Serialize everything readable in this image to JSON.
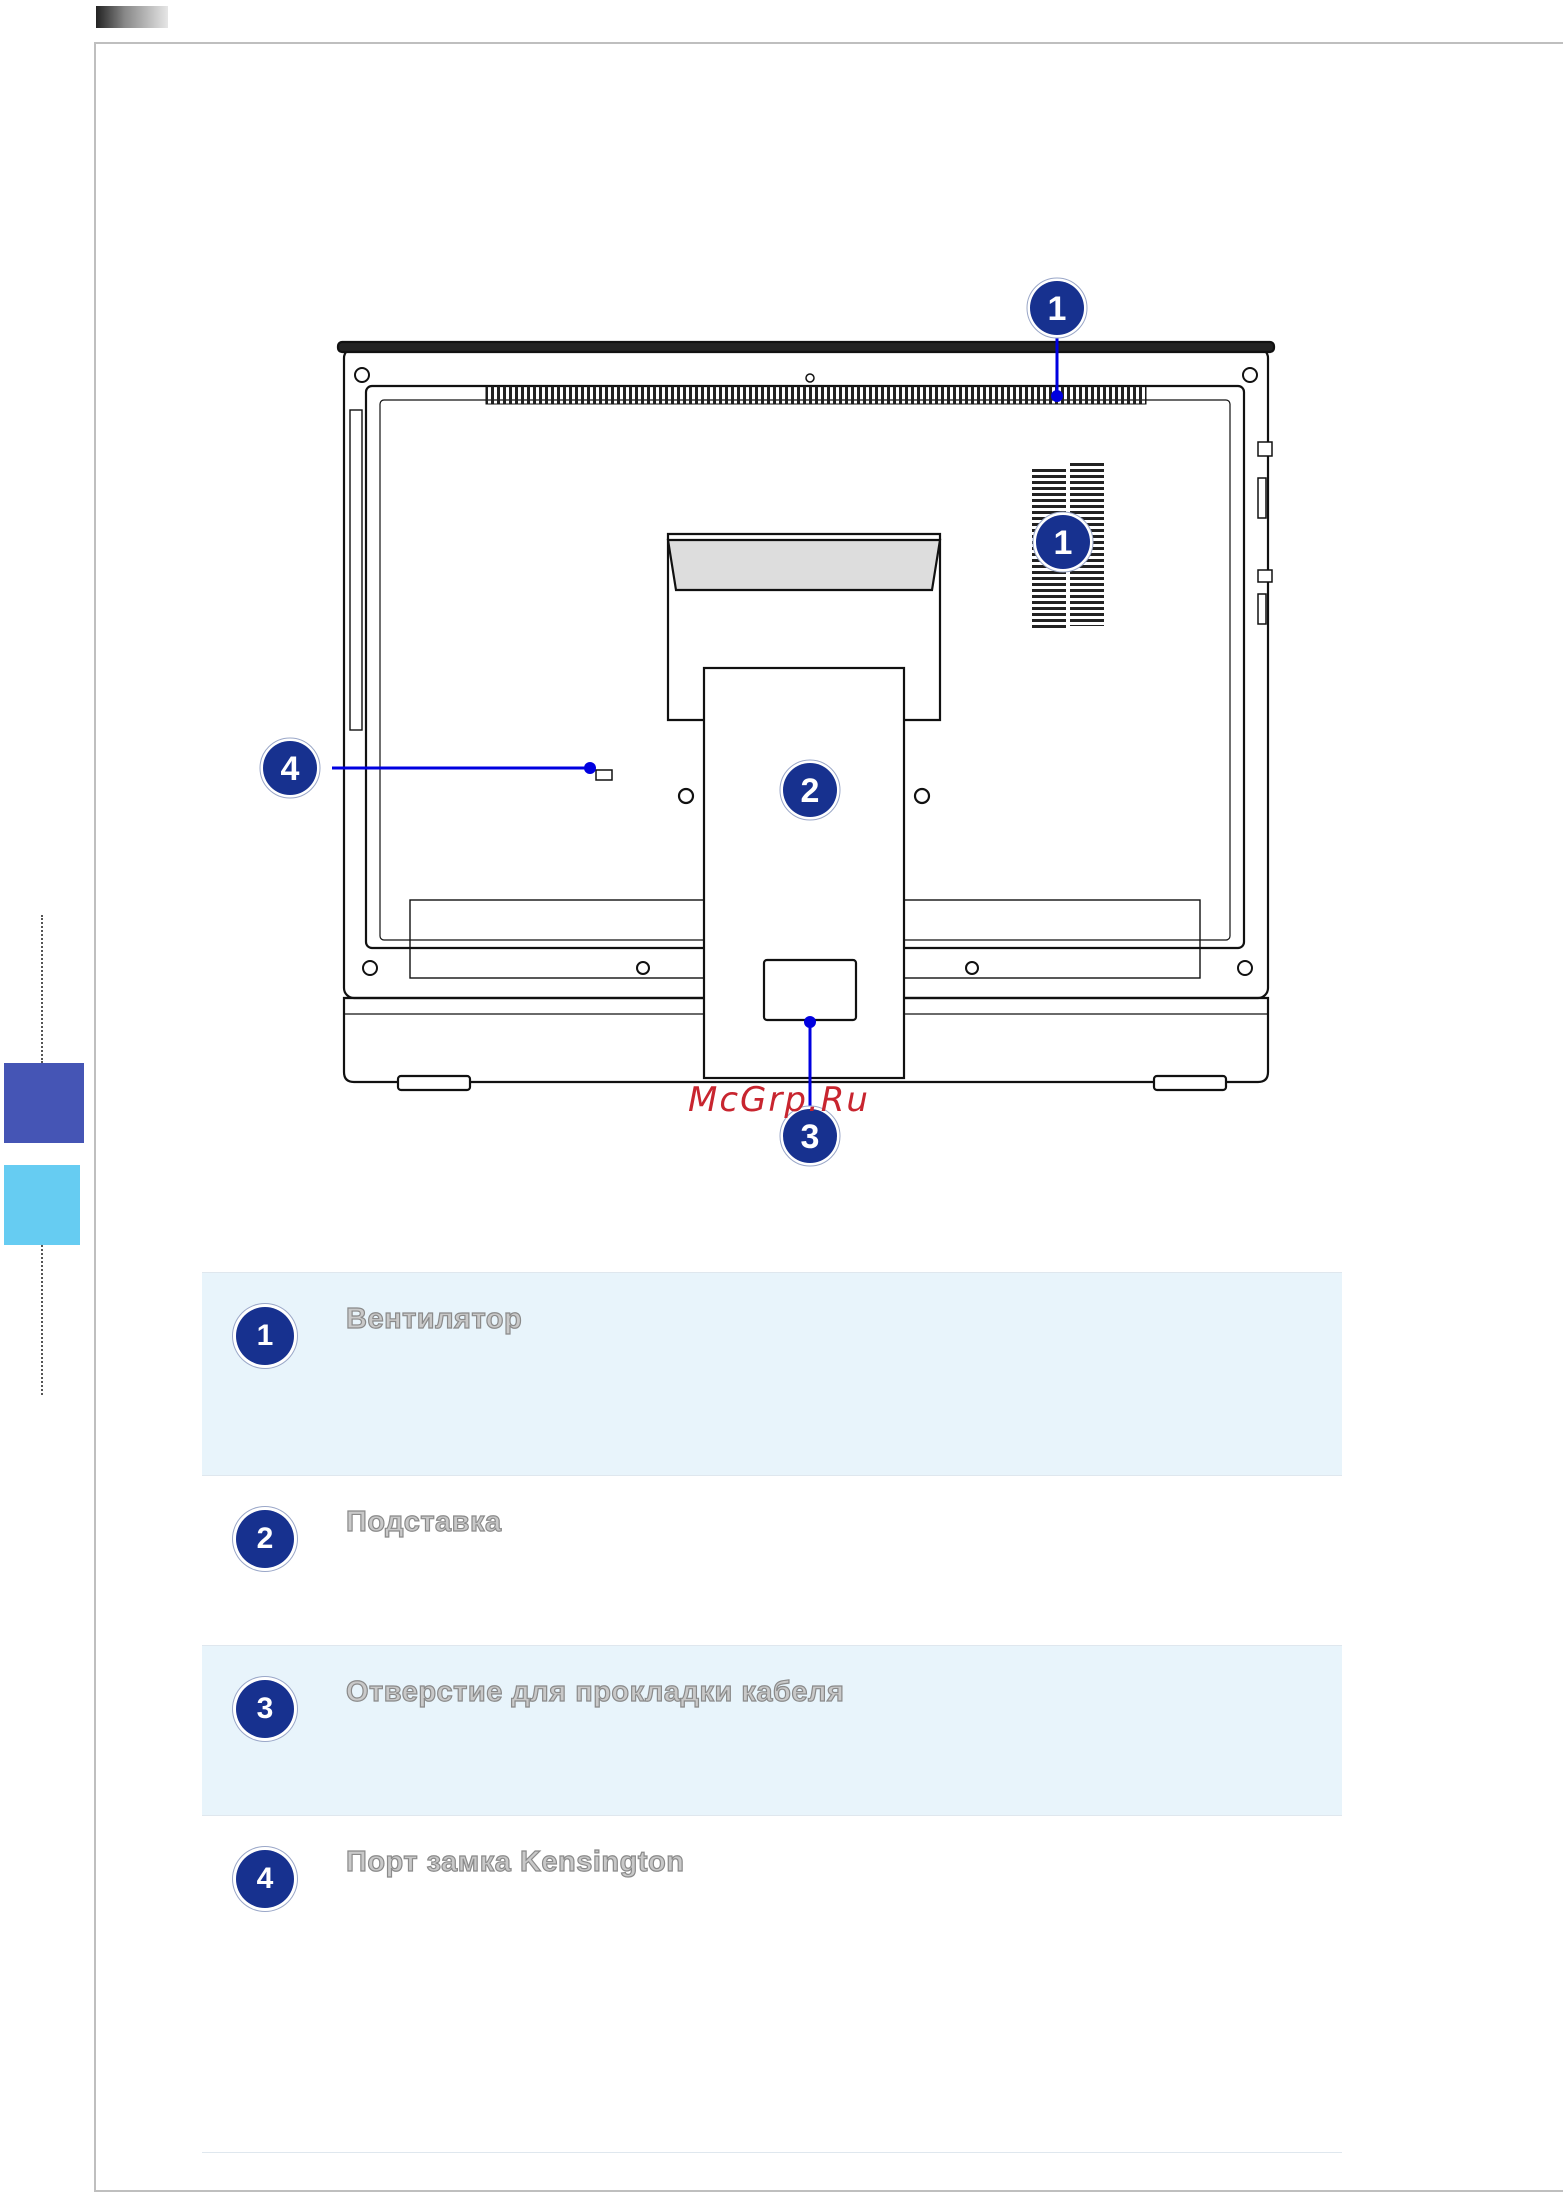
{
  "header": {
    "bar_colors": [
      "#222222",
      "#e6e6e6"
    ]
  },
  "side_tabs": {
    "dark_color": "#4555b5",
    "light_color": "#66ccf2"
  },
  "figure": {
    "callouts": [
      {
        "number": "1",
        "target": "top-vent"
      },
      {
        "number": "1",
        "target": "side-vent"
      },
      {
        "number": "2",
        "target": "stand"
      },
      {
        "number": "3",
        "target": "cable-hole"
      },
      {
        "number": "4",
        "target": "kensington-port"
      }
    ],
    "callout_color": "#17318f",
    "leader_color": "#0000e0"
  },
  "watermark": "McGrp.Ru",
  "legend": {
    "items": [
      {
        "number": "1",
        "label": "Вентилятор",
        "shaded": true
      },
      {
        "number": "2",
        "label": "Подставка",
        "shaded": false
      },
      {
        "number": "3",
        "label": "Отверстие для прокладки кабеля",
        "shaded": true
      },
      {
        "number": "4",
        "label": "Порт замка Kensington",
        "shaded": false
      }
    ],
    "shade_color": "#e8f4fb"
  }
}
